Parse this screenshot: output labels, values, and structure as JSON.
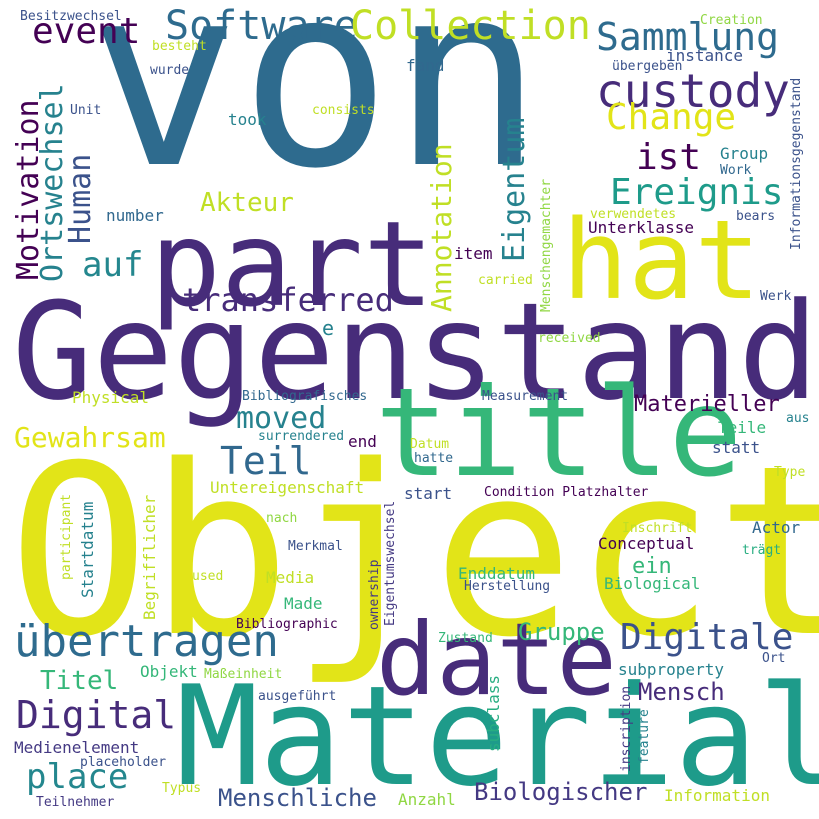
{
  "words": {
    "von": "von",
    "gegenstand": "Gegenstand",
    "object": "Object",
    "material": "Material",
    "title": "title",
    "part": "part",
    "hat": "hat",
    "date": "date",
    "software": "Software",
    "collection": "Collection",
    "sammlung": "Sammlung",
    "custody": "custody",
    "event": "event",
    "change": "Change",
    "ist": "ist",
    "ereignis": "Ereignis",
    "motivation": "Motivation",
    "ortswechsel": "Ortswechsel",
    "human": "Human",
    "annotation": "Annotation",
    "eigentum": "Eigentum",
    "auf": "auf",
    "transferred": "transferred",
    "akteur": "Akteur",
    "unterklasse": "Unterklasse",
    "moved": "moved",
    "gewahrsam": "Gewahrsam",
    "teil": "Teil",
    "materieller": "Materieller",
    "teile": "Teile",
    "statt": "statt",
    "uebertragen": "übertragen",
    "digitale": "Digitale",
    "gruppe": "Gruppe",
    "digital": "Digital",
    "mensch": "Mensch",
    "place": "place",
    "titel": "Titel",
    "menschliche": "Menschliche",
    "biologischer": "Biologischer",
    "information": "Information",
    "anzahl": "Anzahl",
    "besitzwechsel": "Besitzwechsel",
    "besteht": "besteht",
    "wurde": "wurde",
    "creation": "Creation",
    "informationsgegenstand": "Informationsgegenstand",
    "uebergeben": "übergeben",
    "instance": "instance",
    "fand": "fand",
    "unit": "Unit",
    "consists": "consists",
    "took": "took",
    "group": "Group",
    "work": "Work",
    "number": "number",
    "verwendetes": "verwendetes",
    "bears": "bears",
    "menschengemachter": "Menschengemachter",
    "item": "item",
    "carried": "carried",
    "werk": "Werk",
    "e": "e",
    "received": "received",
    "physical": "Physical",
    "bibliografisches": "Bibliografisches",
    "measurement": "Measurement",
    "aus": "aus",
    "surrendered": "surrendered",
    "end": "end",
    "datum": "Datum",
    "hatte": "hatte",
    "type": "Type",
    "untereigenschaft": "Untereigenschaft",
    "start": "start",
    "condition": "Condition",
    "platzhalter": "Platzhalter",
    "participant": "participant",
    "begrifflicher": "Begrifflicher",
    "nach": "nach",
    "inschrift": "Inschrift",
    "actor": "Actor",
    "merkmal": "Merkmal",
    "conceptual": "Conceptual",
    "traegt": "trägt",
    "startdatum": "Startdatum",
    "ownership": "ownership",
    "eigentumswechsel": "Eigentumswechsel",
    "ein": "ein",
    "enddatum": "Enddatum",
    "used": "used",
    "media": "Media",
    "biological": "Biological",
    "herstellung": "Herstellung",
    "made": "Made",
    "bibliographic": "Bibliographic",
    "zustand": "Zustand",
    "objekt": "Objekt",
    "subproperty": "subproperty",
    "ort": "Ort",
    "masseinheit": "Maßeinheit",
    "subclass": "subclass",
    "inscription": "inscription",
    "feature": "feature",
    "ausgefuehrt": "ausgeführt",
    "medienelement": "Medienelement",
    "placeholder": "placeholder",
    "typus": "Typus",
    "teilnehmer": "Teilnehmer"
  }
}
